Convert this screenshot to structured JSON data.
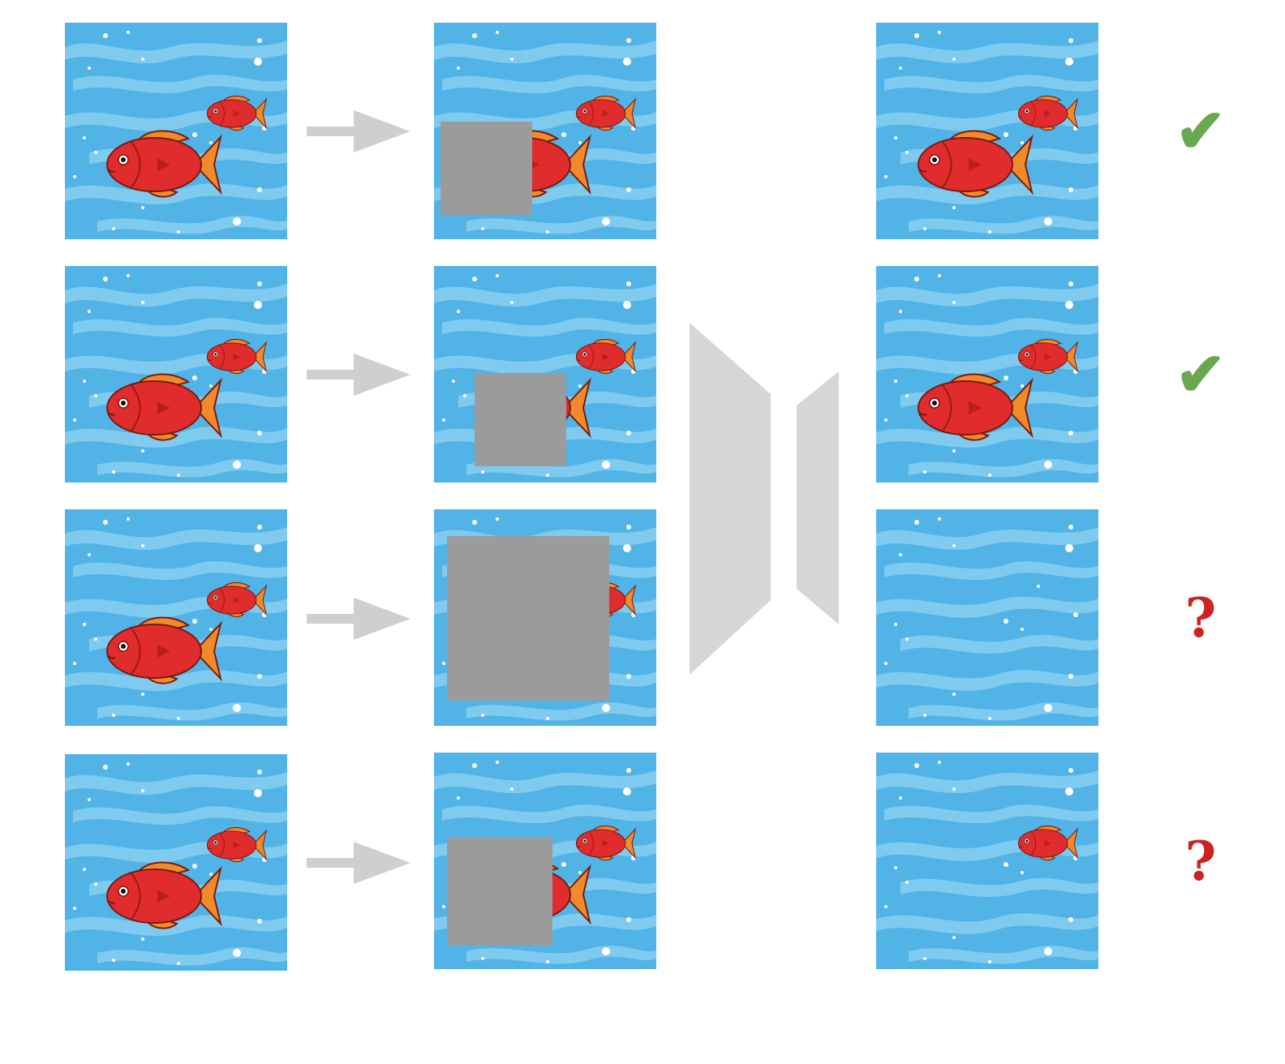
{
  "colors": {
    "water": "#52b3e6",
    "water_light": "#7fcbf0",
    "fish_red": "#e02c2c",
    "fin_orange": "#f08a2a",
    "mask_gray": "#9b9b9b",
    "arrow_gray": "#cfcfcf",
    "network_gray": "#d6d6d6",
    "check_green": "#6aa84f",
    "question_red": "#cc2222"
  },
  "rows": [
    {
      "output_fish": [
        "big",
        "small"
      ],
      "verdict": "check",
      "verdict_icon": "check-icon",
      "verdict_text": "✔"
    },
    {
      "output_fish": [
        "big",
        "small"
      ],
      "verdict": "check",
      "verdict_icon": "check-icon",
      "verdict_text": "✔"
    },
    {
      "output_fish": [],
      "verdict": "question",
      "verdict_icon": "question-icon",
      "verdict_text": "?"
    },
    {
      "output_fish": [
        "small"
      ],
      "verdict": "question",
      "verdict_icon": "question-icon",
      "verdict_text": "?"
    }
  ]
}
